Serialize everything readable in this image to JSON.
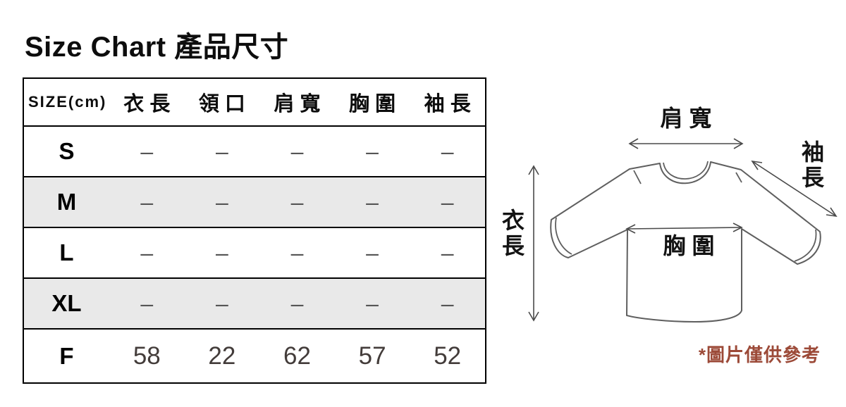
{
  "title": "Size Chart 產品尺寸",
  "table": {
    "size_header": "SIZE(cm)",
    "columns": [
      "衣 長",
      "領 口",
      "肩 寬",
      "胸 圍",
      "袖 長"
    ],
    "rows": [
      {
        "label": "S",
        "values": [
          "–",
          "–",
          "–",
          "–",
          "–"
        ]
      },
      {
        "label": "M",
        "values": [
          "–",
          "–",
          "–",
          "–",
          "–"
        ]
      },
      {
        "label": "L",
        "values": [
          "–",
          "–",
          "–",
          "–",
          "–"
        ]
      },
      {
        "label": "XL",
        "values": [
          "–",
          "–",
          "–",
          "–",
          "–"
        ]
      },
      {
        "label": "F",
        "values": [
          "58",
          "22",
          "62",
          "57",
          "52"
        ]
      }
    ]
  },
  "diagram": {
    "shoulder_label": "肩 寬",
    "sleeve_label": "袖長",
    "length_label": "衣長",
    "chest_label": "胸 圍",
    "note": "*圖片僅供參考"
  },
  "colors": {
    "stripe_row": "#e9e9e9",
    "table_border": "#000000",
    "dash": "#555555",
    "number_text": "#433c3a",
    "shirt_line": "#5f5f5f",
    "arrow_line": "#4a4a4a",
    "note_text": "#9c4a38"
  }
}
